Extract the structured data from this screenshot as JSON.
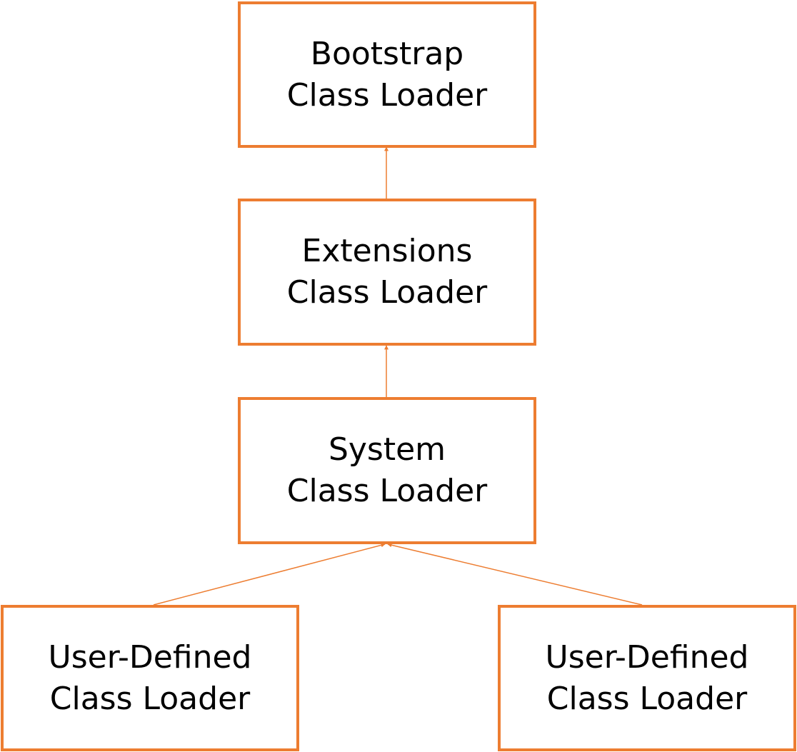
{
  "colors": {
    "accent": "#ED7D31",
    "text": "#000000",
    "background": "#FFFFFF"
  },
  "nodes": {
    "bootstrap": {
      "line1": "Bootstrap",
      "line2": "Class Loader"
    },
    "extensions": {
      "line1": "Extensions",
      "line2": "Class Loader"
    },
    "system": {
      "line1": "System",
      "line2": "Class Loader"
    },
    "user_defined_1": {
      "line1": "User-Defined",
      "line2": "Class Loader"
    },
    "user_defined_2": {
      "line1": "User-Defined",
      "line2": "Class Loader"
    }
  },
  "edges": [
    {
      "from": "extensions",
      "to": "bootstrap"
    },
    {
      "from": "system",
      "to": "extensions"
    },
    {
      "from": "user_defined_1",
      "to": "system"
    },
    {
      "from": "user_defined_2",
      "to": "system"
    }
  ]
}
